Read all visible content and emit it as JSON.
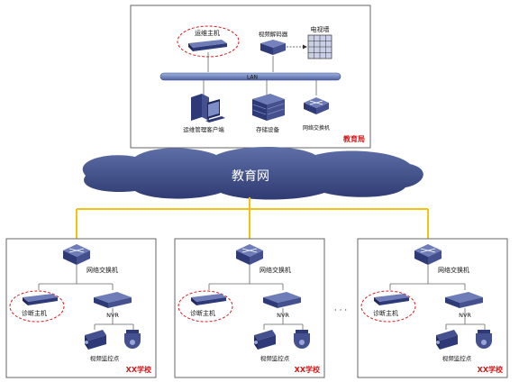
{
  "bureau": {
    "ops_host": "运维主机",
    "video_decoder": "视频解码器",
    "tv_wall": "电视墙",
    "lan": "LAN",
    "ops_client": "运维管理客户端",
    "storage": "存储设备",
    "network_switch": "网络交换机",
    "name": "教育局"
  },
  "network": {
    "name": "教育网"
  },
  "schools": [
    {
      "switch": "网络交换机",
      "diag_host": "诊断主机",
      "nvr": "NVR",
      "camera": "视频监控点",
      "name": "XX学校"
    },
    {
      "switch": "网络交换机",
      "diag_host": "诊断主机",
      "nvr": "NVR",
      "camera": "视频监控点",
      "name": "XX学校"
    },
    {
      "switch": "网络交换机",
      "diag_host": "诊断主机",
      "nvr": "NVR",
      "camera": "视频监控点",
      "name": "XX学校"
    }
  ],
  "ellipsis": "· · ·",
  "colors": {
    "device_blue": "#3f4a8c",
    "uplink_yellow": "#f2c40f",
    "red_label": "#d01818",
    "cloud": "#3b4a86"
  }
}
